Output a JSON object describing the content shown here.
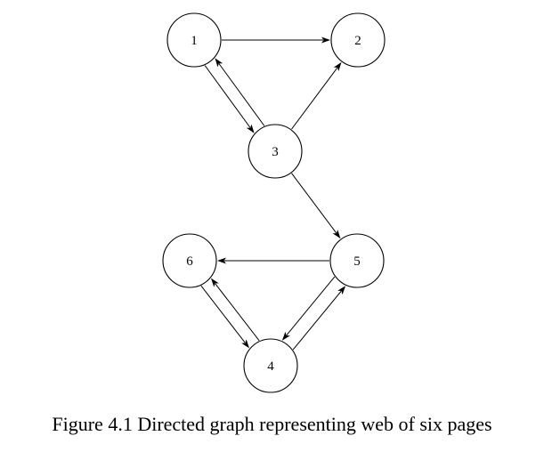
{
  "caption": "Figure 4.1  Directed graph representing web of six pages",
  "colors": {
    "stroke": "#000000",
    "background": "#ffffff"
  },
  "nodes": [
    {
      "id": "1",
      "label": "1"
    },
    {
      "id": "2",
      "label": "2"
    },
    {
      "id": "3",
      "label": "3"
    },
    {
      "id": "4",
      "label": "4"
    },
    {
      "id": "5",
      "label": "5"
    },
    {
      "id": "6",
      "label": "6"
    }
  ],
  "edges": [
    {
      "from": "1",
      "to": "2"
    },
    {
      "from": "1",
      "to": "3"
    },
    {
      "from": "3",
      "to": "1"
    },
    {
      "from": "3",
      "to": "2"
    },
    {
      "from": "3",
      "to": "5"
    },
    {
      "from": "5",
      "to": "6"
    },
    {
      "from": "5",
      "to": "4"
    },
    {
      "from": "4",
      "to": "5"
    },
    {
      "from": "6",
      "to": "4"
    },
    {
      "from": "4",
      "to": "6"
    }
  ]
}
